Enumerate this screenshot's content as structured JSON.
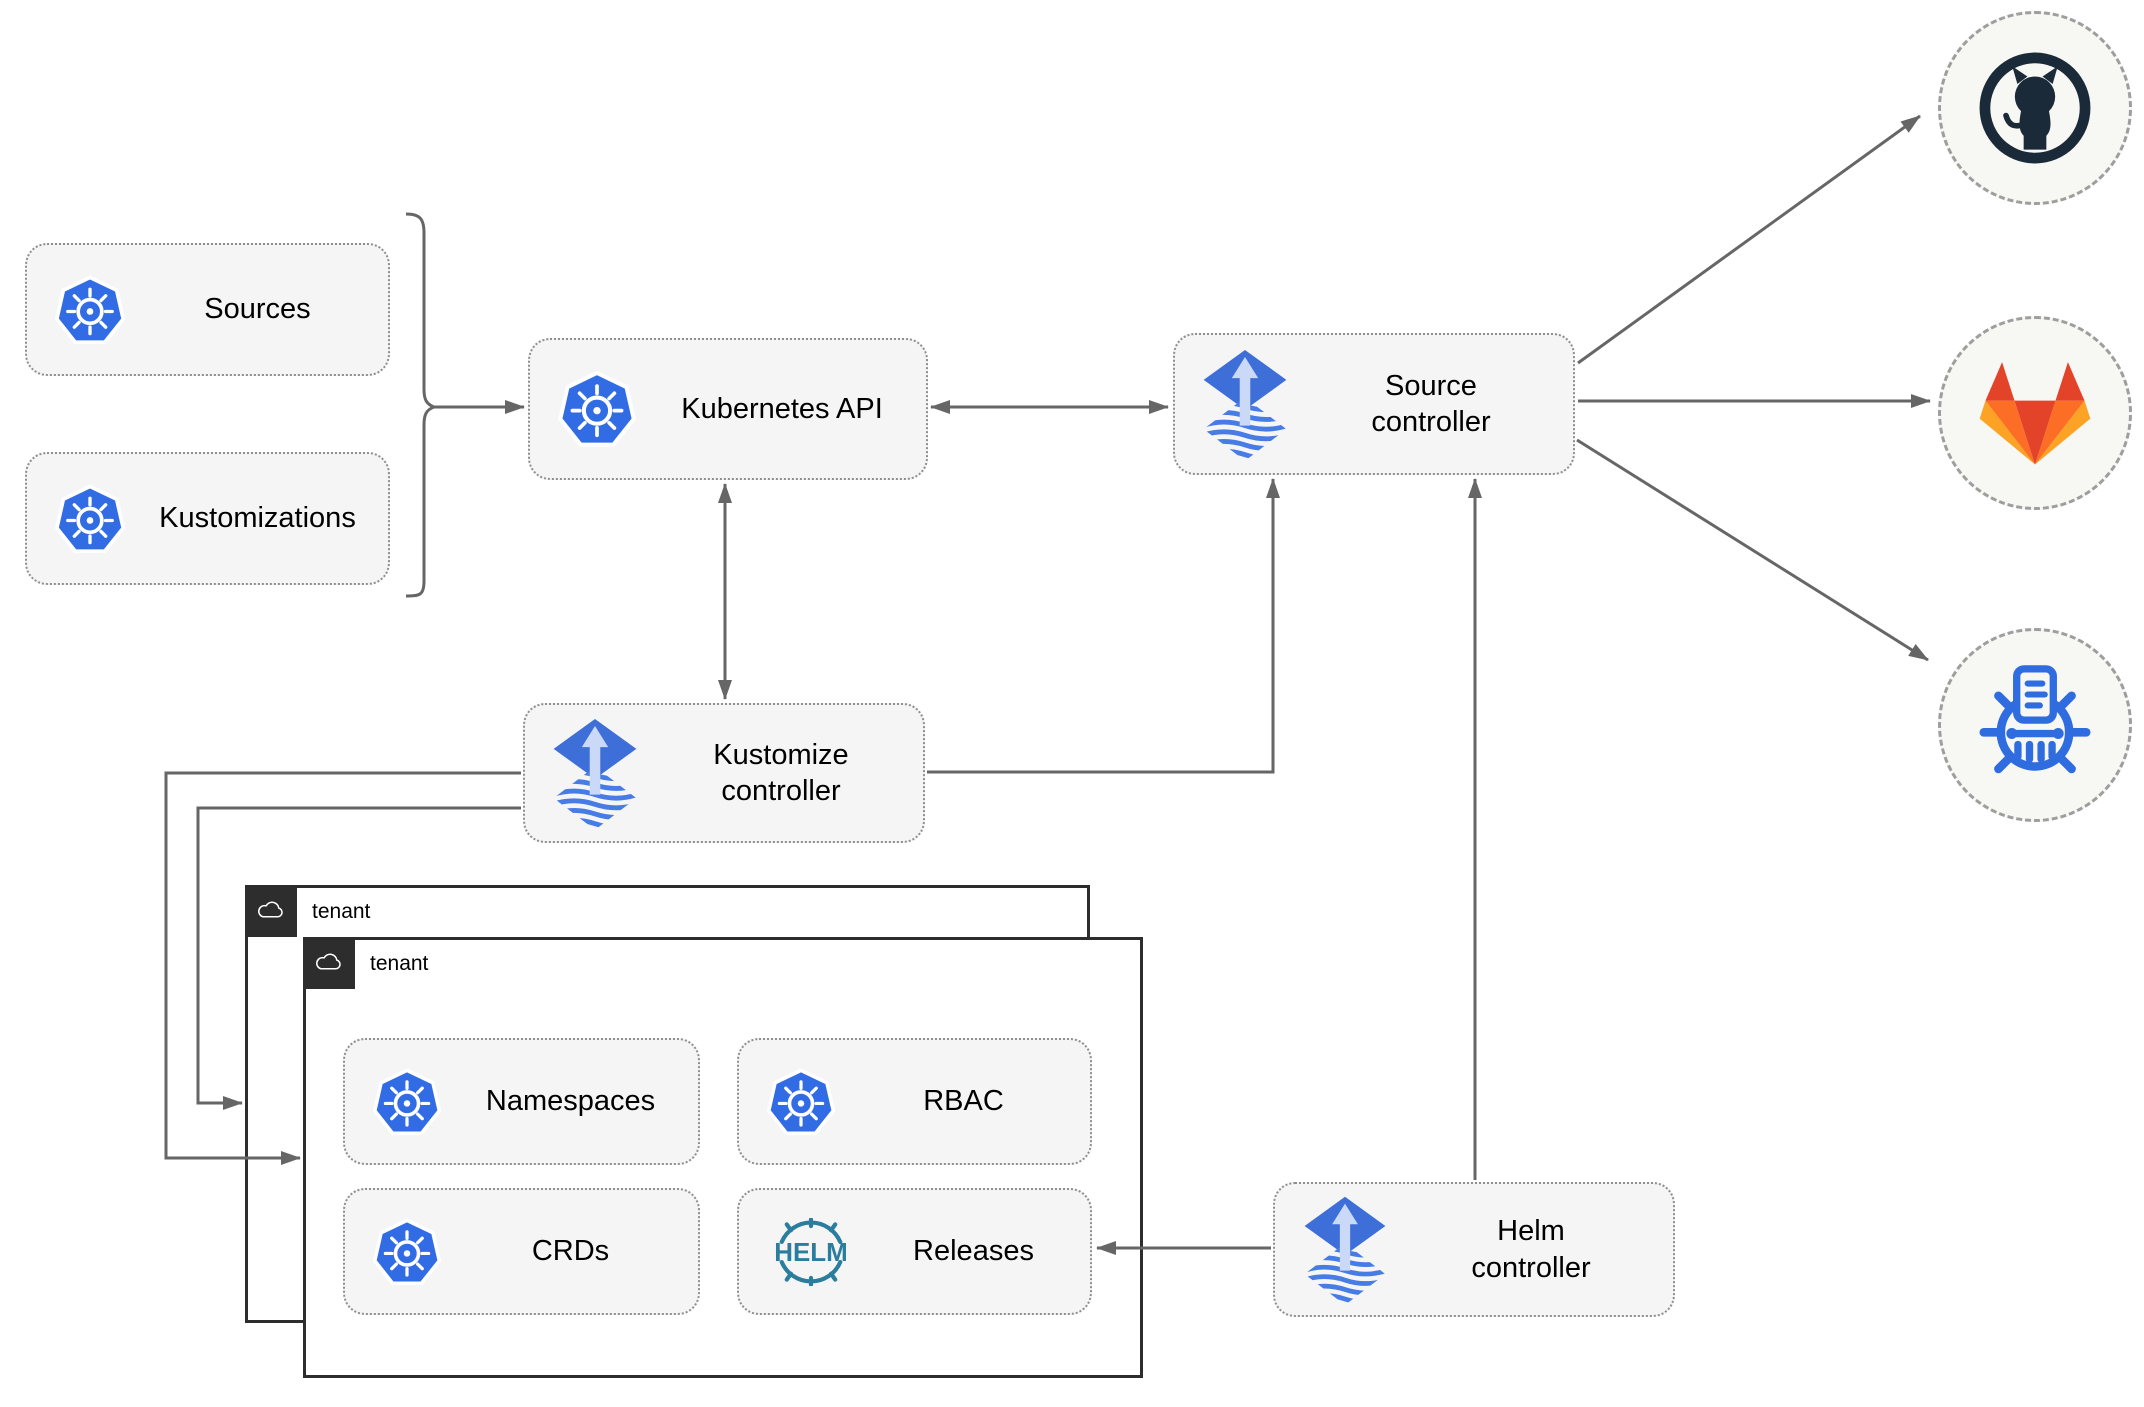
{
  "nodes": {
    "sources": {
      "label": "Sources",
      "icon": "kubernetes-icon"
    },
    "kustomizations": {
      "label": "Kustomizations",
      "icon": "kubernetes-icon"
    },
    "kubernetes_api": {
      "label": "Kubernetes API",
      "icon": "kubernetes-icon"
    },
    "source_controller": {
      "label": "Source controller",
      "icon": "flux-icon"
    },
    "kustomize_controller": {
      "label": "Kustomize controller",
      "icon": "flux-icon"
    },
    "helm_controller": {
      "label": "Helm controller",
      "icon": "flux-icon"
    },
    "namespaces": {
      "label": "Namespaces",
      "icon": "kubernetes-icon"
    },
    "rbac": {
      "label": "RBAC",
      "icon": "kubernetes-icon"
    },
    "crds": {
      "label": "CRDs",
      "icon": "kubernetes-icon"
    },
    "releases": {
      "label": "Releases",
      "icon": "helm-icon"
    }
  },
  "tenants": {
    "outer": {
      "label": "tenant",
      "icon": "cloud-icon"
    },
    "inner": {
      "label": "tenant",
      "icon": "cloud-icon"
    }
  },
  "external_endpoints": [
    {
      "icon": "github-icon"
    },
    {
      "icon": "gitlab-icon"
    },
    {
      "icon": "helm-repository-icon"
    }
  ],
  "icons": {
    "helm_wordmark": "HELM"
  },
  "colors": {
    "kubernetes_blue": "#326ce5",
    "flux_blue": "#3e6ed8",
    "flux_stripe": "#477be6",
    "flux_arrow_light": "#c9d9f7",
    "helm_teal": "#2a7d9c",
    "chartmuseum_blue": "#2f6ce0",
    "github_dark": "#1b2a38",
    "gitlab_red": "#e24329",
    "gitlab_orange": "#fc6d26",
    "gitlab_amber": "#fca326",
    "edge_gray": "#666666",
    "box_fill": "#f5f5f5",
    "box_border": "#8f8f8f",
    "tenant_dark": "#2d2d2d",
    "circle_fill": "#f7f7f3",
    "circle_border": "#9e9e9e"
  }
}
